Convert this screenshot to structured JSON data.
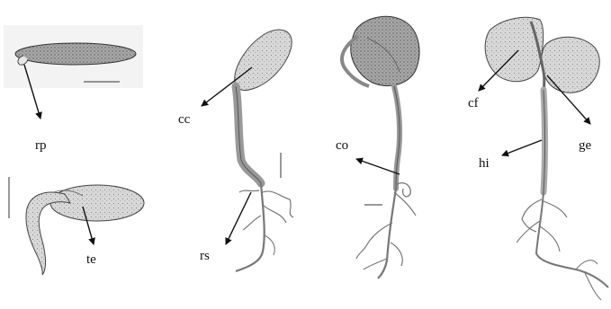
{
  "labels": {
    "rp": "rp",
    "te": "te",
    "cc": "cc",
    "rs": "rs",
    "co": "co",
    "cf": "cf",
    "hi": "hi",
    "ge": "ge"
  },
  "colors": {
    "ink": "#111111",
    "seed_fill": "#9a9a9a",
    "seed_dark": "#6f6f6f",
    "tissue_fill": "#cfcfcf",
    "leaf_fill": "#bdbdbd",
    "panel_bg": "#f2f2f2"
  }
}
